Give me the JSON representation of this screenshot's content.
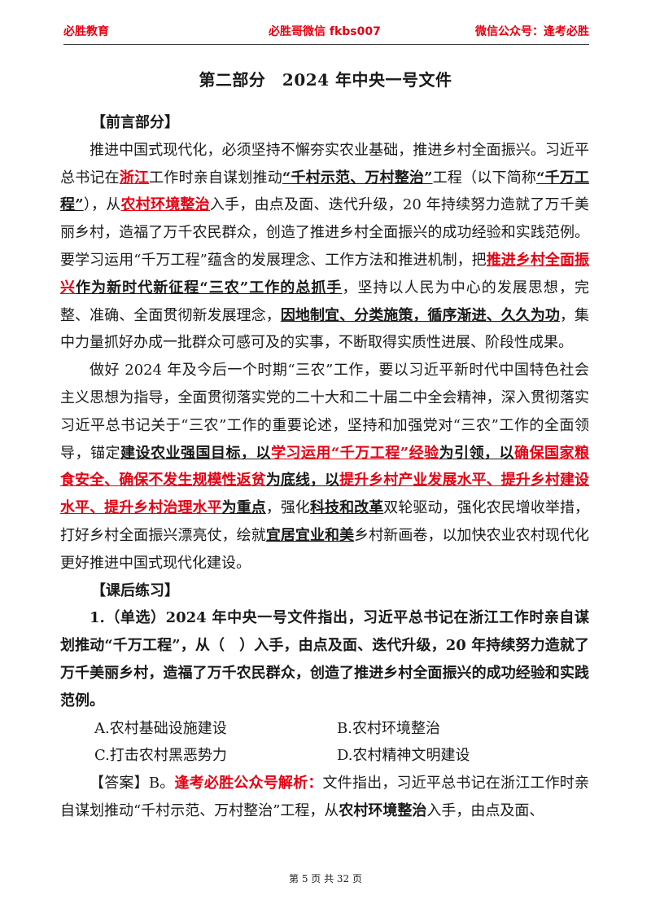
{
  "header": {
    "left": "必胜教育",
    "center": "必胜哥微信 fkbs007",
    "right": "微信公众号：逢考必胜"
  },
  "title": "第二部分　2024 年中央一号文件",
  "foreword": {
    "heading": "【前言部分】",
    "p1": [
      "推进中国式现代化，必须坚持不懈夯实农业基础，推进乡村全面振兴。习近平总书记在",
      "浙江",
      "工作时亲自谋划推动",
      "“千村示范、万村整治”",
      "工程（以下简称",
      "“千万工程”",
      "），从",
      "农村环境整治",
      "入手，由点及面、迭代升级，20 年持续努力造就了万千美丽乡村，造福了万千农民群众，创造了推进乡村全面振兴的成功经验和实践范例。要学习运用“千万工程”蕴含的发展理念、工作方法和推进机制，把",
      "推进乡村全面振兴",
      "作为新时代新征程“三农”工作的总抓手",
      "，坚持以人民为中心的发展思想，完整、准确、全面贯彻新发展理念，",
      "因地制宜、分类施策，循序渐进、久久为功",
      "，集中力量抓好办成一批群众可感可及的实事，不断取得实质性进展、阶段性成果。"
    ],
    "p2": [
      "做好 2024 年及今后一个时期“三农”工作，要以习近平新时代中国特色社会主义思想为指导，全面贯彻落实党的二十大和二十届二中全会精神，深入贯彻落实习近平总书记关于“三农”工作的重要论述，坚持和加强党对“三农”工作的全面领导，锚定",
      "建设农业强国目标",
      "，以",
      "学习运用“千万工程”经验",
      "为引领，以",
      "确保国家粮食安全、确保不发生规模性返贫",
      "为底线，以",
      "提升乡村产业发展水平、提升乡村建设水平、提升乡村治理水平",
      "为重点",
      "，强化",
      "科技和改革",
      "双轮驱动，强化农民增收举措，打好乡村全面振兴漂亮仗，绘就",
      "宜居宜业和美",
      "乡村新画卷，以加快农业农村现代化更好推进中国式现代化建设。"
    ]
  },
  "exercise": {
    "heading": "【课后练习】",
    "question": "1.（单选）2024 年中央一号文件指出，习近平总书记在浙江工作时亲自谋划推动“千万工程”，从（　）入手，由点及面、迭代升级，20 年持续努力造就了万千美丽乡村，造福了万千农民群众，创造了推进乡村全面振兴的成功经验和实践范例。",
    "options": {
      "a": "A.农村基础设施建设",
      "b": "B.农村环境整治",
      "c": "C.打击农村黑恶势力",
      "d": "D.农村精神文明建设"
    },
    "answer": [
      "【答案】B。",
      "逢考必胜公众号解析：",
      "文件指出，习近平总书记在浙江工作时亲自谋划推动“千村示范、万村整治”工程，从",
      "农村环境整治",
      "入手，由点及面、"
    ]
  },
  "footer": "第 5 页 共 32 页"
}
